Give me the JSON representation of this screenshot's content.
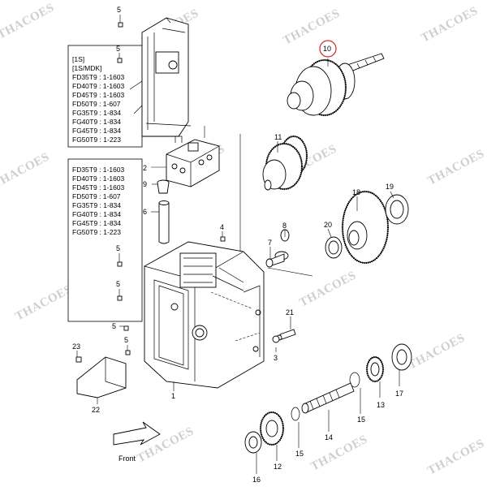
{
  "watermark_text": "THACOES",
  "front_label": "Front",
  "model_box_top": {
    "header_lines": [
      "[1S]",
      "[1S/MDK]"
    ],
    "lines": [
      "FD35T9 : 1-1603",
      "FD40T9 : 1-1603",
      "FD45T9 : 1-1603",
      "FD50T9 : 1-607",
      "FG35T9 : 1-834",
      "FG40T9 : 1-834",
      "FG45T9 : 1-834",
      "FG50T9 : 1-223"
    ]
  },
  "model_box_bottom": {
    "lines": [
      "FD35T9 : 1-1603",
      "FD40T9 : 1-1603",
      "FD45T9 : 1-1603",
      "FD50T9 : 1-607",
      "FG35T9 : 1-834",
      "FG40T9 : 1-834",
      "FG45T9 : 1-834",
      "FG50T9 : 1-223"
    ]
  },
  "callouts": {
    "c1": "1",
    "c2": "2",
    "c3": "3",
    "c4": "4",
    "c5a": "5",
    "c5b": "5",
    "c5c": "5",
    "c5d": "5",
    "c5e": "5",
    "c5f": "5",
    "c6": "6",
    "c7": "7",
    "c8": "8",
    "c9": "9",
    "c10": "10",
    "c11": "11",
    "c12": "12",
    "c13": "13",
    "c14": "14",
    "c15a": "15",
    "c15b": "15",
    "c16": "16",
    "c17": "17",
    "c18": "18",
    "c19": "19",
    "c20": "20",
    "c21": "21",
    "c22": "22",
    "c23": "23"
  },
  "highlight_callout": "10",
  "colors": {
    "line": "#000000",
    "highlight": "#d62828",
    "watermark": "#cfcfcf"
  }
}
